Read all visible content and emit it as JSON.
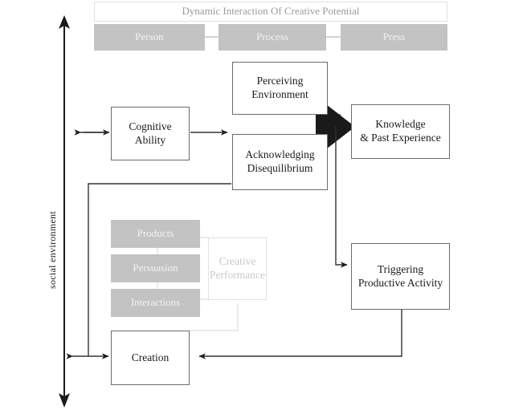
{
  "diagram": {
    "title": "Dynamic Interaction Of Creative Potential",
    "axis_label": "social environment",
    "colors": {
      "gray_fill": "#c3c3c3",
      "gray_text": "#f2f2f2",
      "light_border": "#e2e2e2",
      "light_text": "#c9c9c9",
      "box_border": "#6b6b6b",
      "line": "#333333",
      "arrow_fill": "#1a1a1a",
      "background": "#ffffff"
    },
    "header": {
      "banner_label": "Dynamic Interaction Of Creative Potential",
      "segments": [
        {
          "label": "Person"
        },
        {
          "label": "Process"
        },
        {
          "label": "Press"
        }
      ]
    },
    "nodes": {
      "cognitive_ability": "Cognitive\nAbility",
      "cognitive_ability_line1": "Cognitive",
      "cognitive_ability_line2": "Ability",
      "perceiving_environment_line1": "Perceiving",
      "perceiving_environment_line2": "Environment",
      "acknowledging_disequilibrium_line1": "Acknowledging",
      "acknowledging_disequilibrium_line2": "Disequilibrium",
      "knowledge_line1": "Knowledge",
      "knowledge_line2": "& Past Experience",
      "triggering_line1": "Triggering",
      "triggering_line2": "Productive Activity",
      "creative_performance_line1": "Creative",
      "creative_performance_line2": "Performance",
      "products": "Products",
      "persuasion": "Persuasion",
      "interactions": "Interactions",
      "creation": "Creation"
    }
  }
}
